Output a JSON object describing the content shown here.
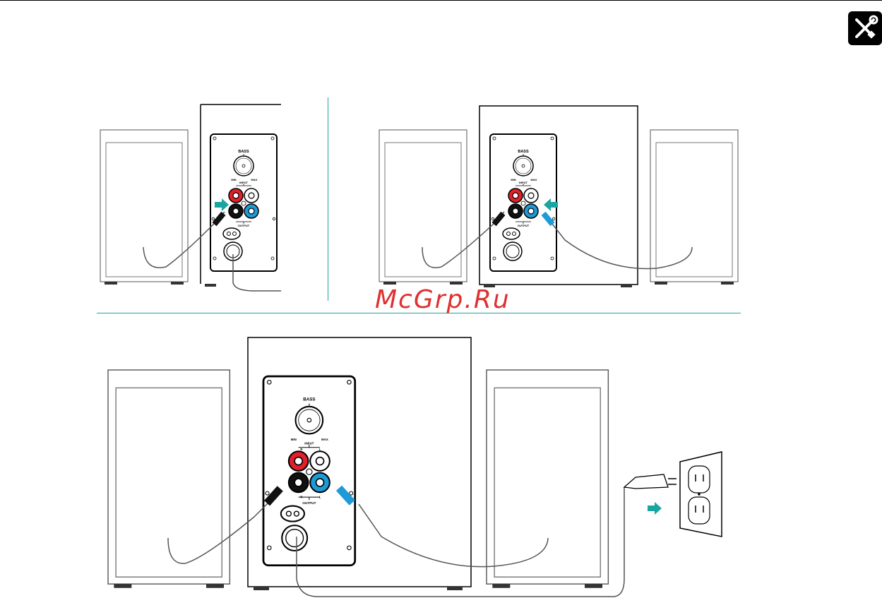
{
  "brand": {
    "accent": "#1aa5a0",
    "red_jack": "#e0202a",
    "blue_jack": "#1e9bd7"
  },
  "icons": {
    "tool_badge": "wrench-screwdriver-icon",
    "step_arrow": "arrow-right-icon"
  },
  "panel_labels": {
    "bass": "BASS",
    "min": "MIN",
    "max": "MAX",
    "input": "INPUT",
    "input_r": "R",
    "input_l": "L",
    "output": "OUTPUT",
    "output_r": "R",
    "output_l": "L"
  },
  "watermark": "McGrp.Ru"
}
